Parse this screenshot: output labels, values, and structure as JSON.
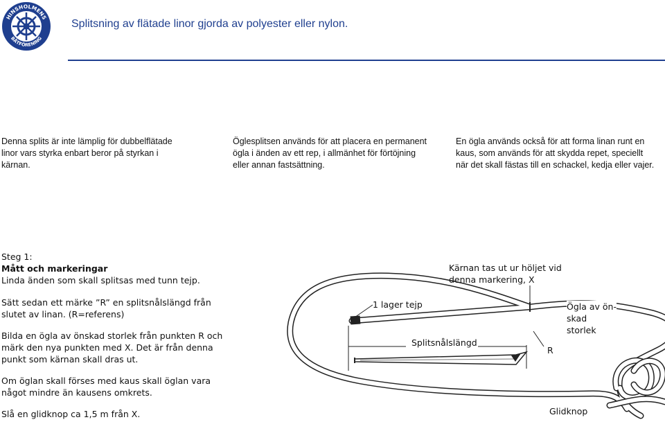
{
  "header": {
    "logo_text_top": "HINSHOLMENS",
    "logo_text_bottom": "BÅTFÖRENING",
    "title": "Splitsning av flätade linor gjorda av polyester eller nylon.",
    "accent_color": "#1f3f8f"
  },
  "intro": {
    "col1": "Denna splits är inte lämplig för dubbelflätade linor vars styrka enbart beror på styrkan i kärnan.",
    "col2": "Öglesplitsen används för att placera en permanent ögla i änden av ett rep, i allmänhet för förtöjning eller annan fastsättning.",
    "col3": "En ögla används också för att forma linan runt en kaus, som används för att skydda repet, speciellt när det skall fästas till en schackel, kedja eller vajer."
  },
  "steps": {
    "step_label": "Steg 1:",
    "step_heading": "Mått och markeringar",
    "p1": "Linda änden som skall splitsas med tunn tejp.",
    "p2": "Sätt sedan ett märke ”R” en splitsnålslängd från slutet av linan. (R=referens)",
    "p3": "Bilda en ögla av önskad storlek från punkten R och märk den nya punkten med X. Det är från denna punkt som kärnan skall dras ut.",
    "p4": "Om öglan skall förses med kaus skall öglan vara något mindre än kausens omkrets.",
    "p5": "Slå en glidknop ca 1,5 m från X."
  },
  "diagram": {
    "label_karnan": "Kärnan tas ut ur höljet vid denna markering, X",
    "label_tejp": "1 lager tejp",
    "label_ogla": "Ögla av ön-skad storlek",
    "label_splits": "Splitsnålslängd",
    "label_r": "R",
    "label_glidknop": "Glidknop"
  }
}
